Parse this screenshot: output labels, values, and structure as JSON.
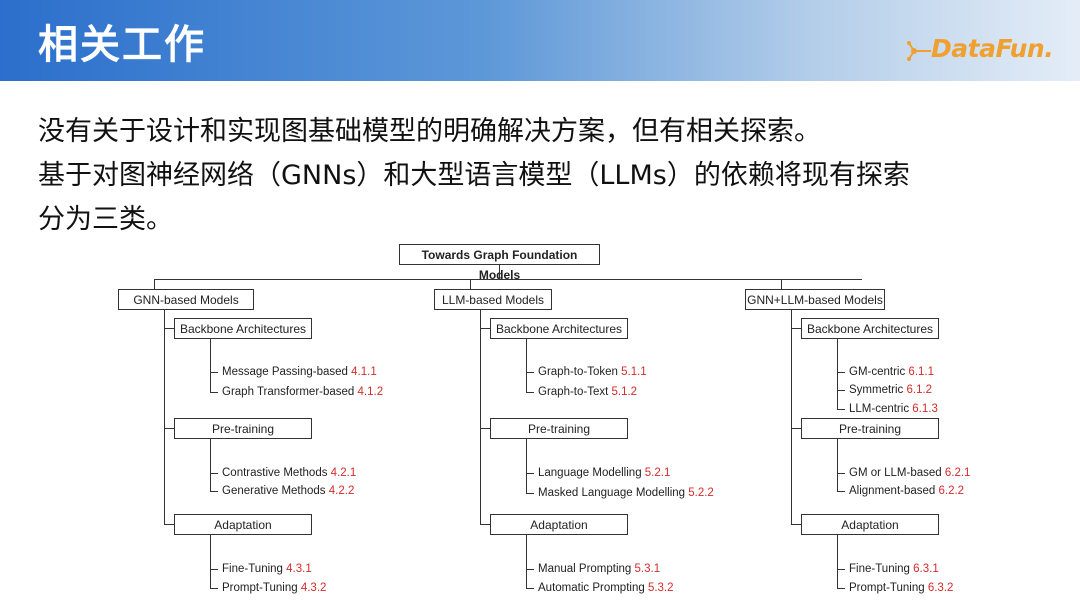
{
  "header": {
    "title": "相关工作"
  },
  "logo": {
    "text": "DataFun."
  },
  "body": {
    "lines": [
      "没有关于设计和实现图基础模型的明确解决方案，但有相关探索。",
      "基于对图神经网络（GNNs）和大型语言模型（LLMs）的依赖将现有探索",
      "分为三类。"
    ]
  },
  "diagram": {
    "root": "Towards Graph Foundation Models",
    "columns": [
      {
        "title": "GNN-based Models",
        "groups": [
          {
            "title": "Backbone Architectures",
            "items": [
              {
                "label": "Message Passing-based",
                "num": "4.1.1"
              },
              {
                "label": "Graph Transformer-based",
                "num": "4.1.2"
              }
            ]
          },
          {
            "title": "Pre-training",
            "items": [
              {
                "label": "Contrastive Methods",
                "num": "4.2.1"
              },
              {
                "label": "Generative Methods",
                "num": "4.2.2"
              }
            ]
          },
          {
            "title": "Adaptation",
            "items": [
              {
                "label": "Fine-Tuning",
                "num": "4.3.1"
              },
              {
                "label": "Prompt-Tuning",
                "num": "4.3.2"
              }
            ]
          }
        ]
      },
      {
        "title": "LLM-based Models",
        "groups": [
          {
            "title": "Backbone Architectures",
            "items": [
              {
                "label": "Graph-to-Token",
                "num": "5.1.1"
              },
              {
                "label": "Graph-to-Text",
                "num": "5.1.2"
              }
            ]
          },
          {
            "title": "Pre-training",
            "items": [
              {
                "label": "Language Modelling",
                "num": "5.2.1"
              },
              {
                "label": "Masked Language Modelling",
                "num": "5.2.2"
              }
            ]
          },
          {
            "title": "Adaptation",
            "items": [
              {
                "label": "Manual Prompting",
                "num": "5.3.1"
              },
              {
                "label": "Automatic Prompting",
                "num": "5.3.2"
              }
            ]
          }
        ]
      },
      {
        "title": "GNN+LLM-based Models",
        "groups": [
          {
            "title": "Backbone Architectures",
            "items": [
              {
                "label": "GM-centric",
                "num": "6.1.1"
              },
              {
                "label": "Symmetric",
                "num": "6.1.2"
              },
              {
                "label": "LLM-centric",
                "num": "6.1.3"
              }
            ]
          },
          {
            "title": "Pre-training",
            "items": [
              {
                "label": "GM or LLM-based",
                "num": "6.2.1"
              },
              {
                "label": "Alignment-based",
                "num": "6.2.2"
              }
            ]
          },
          {
            "title": "Adaptation",
            "items": [
              {
                "label": "Fine-Tuning",
                "num": "6.3.1"
              },
              {
                "label": "Prompt-Tuning",
                "num": "6.3.2"
              }
            ]
          }
        ]
      }
    ]
  },
  "colors": {
    "accent": "#2b6fcc",
    "section_number": "#d42b2b",
    "logo": "#f0a030"
  }
}
